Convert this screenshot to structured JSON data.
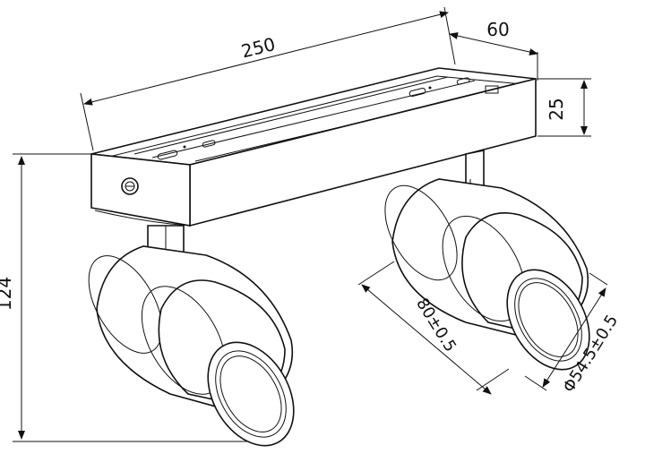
{
  "drawing": {
    "dim_length": "250",
    "dim_width": "60",
    "dim_height": "25",
    "dim_total_height": "124",
    "dim_lamp_length": "80±0.5",
    "dim_lamp_diameter": "Φ54.5±0.5"
  }
}
